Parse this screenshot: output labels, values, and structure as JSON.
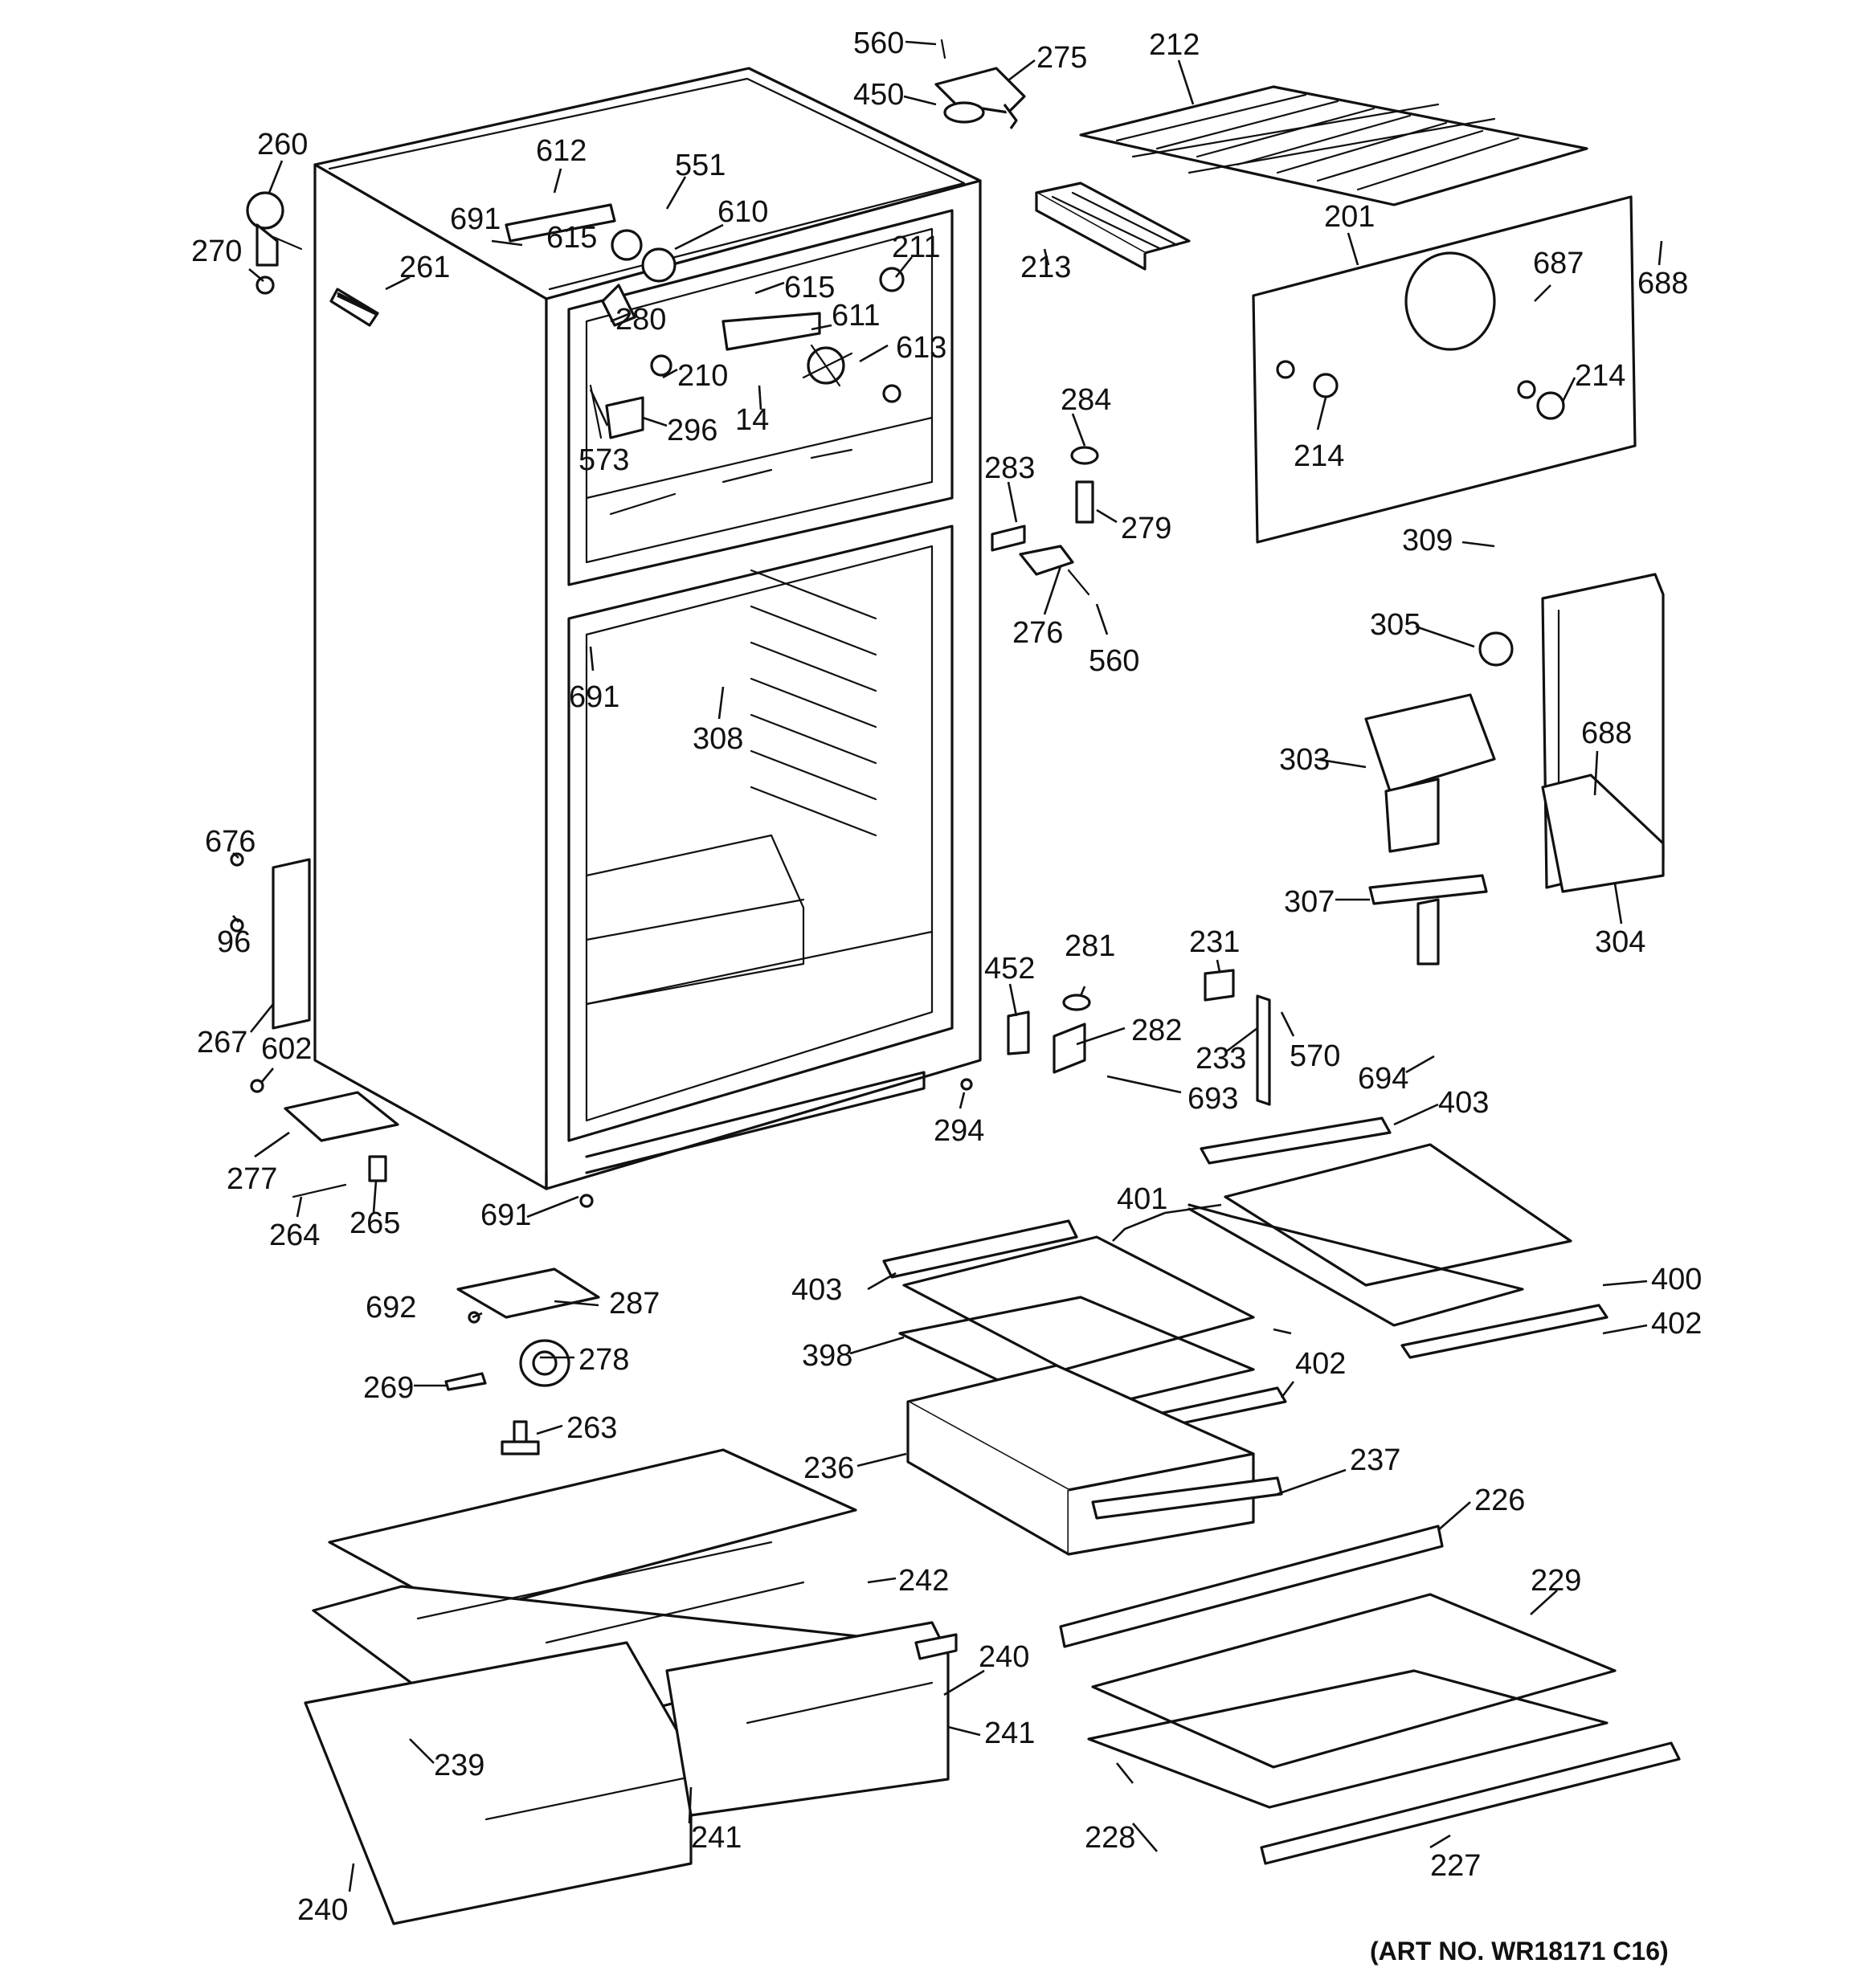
{
  "diagram": {
    "art_number": "(ART NO. WR18171 C16)",
    "callouts": {
      "c560a": "560",
      "c275": "275",
      "c450": "450",
      "c212": "212",
      "c260": "260",
      "c612": "612",
      "c551": "551",
      "c691a": "691",
      "c610": "610",
      "c615a": "615",
      "c270": "270",
      "c261": "261",
      "c211": "211",
      "c615b": "615",
      "c611": "611",
      "c280": "280",
      "c210": "210",
      "c613": "613",
      "c573": "573",
      "c296": "296",
      "c14": "14",
      "c213": "213",
      "c201": "201",
      "c687": "687",
      "c688a": "688",
      "c214a": "214",
      "c214b": "214",
      "c284": "284",
      "c283": "283",
      "c279": "279",
      "c276": "276",
      "c560b": "560",
      "c309": "309",
      "c305": "305",
      "c691b": "691",
      "c308": "308",
      "c303": "303",
      "c688b": "688",
      "c676": "676",
      "c96": "96",
      "c307": "307",
      "c304": "304",
      "c452": "452",
      "c281": "281",
      "c231": "231",
      "c282": "282",
      "c233": "233",
      "c570": "570",
      "c267": "267",
      "c602": "602",
      "c694": "694",
      "c693": "693",
      "c294": "294",
      "c403a": "403",
      "c277": "277",
      "c264": "264",
      "c265": "265",
      "c691c": "691",
      "c401": "401",
      "c403b": "403",
      "c692": "692",
      "c287": "287",
      "c400": "400",
      "c402a": "402",
      "c398": "398",
      "c278": "278",
      "c269": "269",
      "c402b": "402",
      "c263": "263",
      "c236": "236",
      "c237": "237",
      "c226": "226",
      "c242": "242",
      "c229": "229",
      "c240a": "240",
      "c241a": "241",
      "c239": "239",
      "c241b": "241",
      "c228": "228",
      "c227": "227",
      "c240b": "240"
    }
  }
}
